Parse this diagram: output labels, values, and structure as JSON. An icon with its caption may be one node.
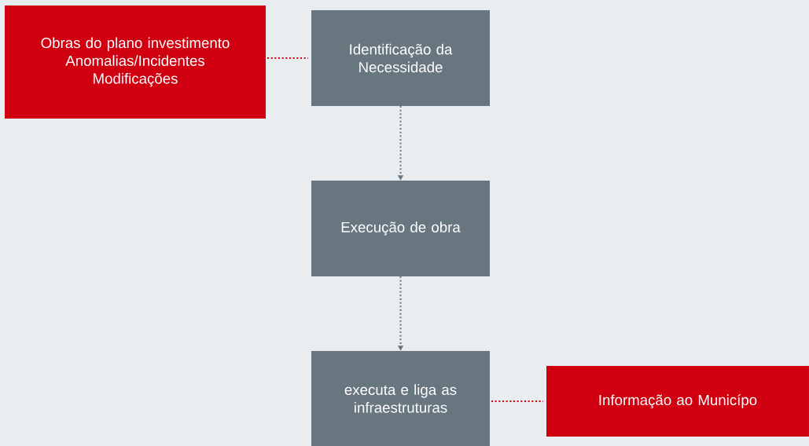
{
  "diagram": {
    "nodes": [
      {
        "text": [
          "Obras do plano investimento Anomalias/Incidentes Modificações"
        ]
      },
      {
        "text": [
          "Identificação da Necessidade"
        ]
      },
      {
        "text": [
          "Execução de obra"
        ]
      },
      {
        "text": [
          "executa e liga as infraestruturas"
        ]
      },
      {
        "text": [
          "Informação ao Municípo"
        ]
      }
    ],
    "edges": [
      {
        "from": 0,
        "to": 1,
        "arrow": "none",
        "color": "#d10011"
      },
      {
        "from": 1,
        "to": 2,
        "arrow": "to",
        "color": "#687680"
      },
      {
        "from": 2,
        "to": 3,
        "arrow": "to",
        "color": "#687680"
      },
      {
        "from": 3,
        "to": 4,
        "arrow": "none",
        "color": "#d10011"
      }
    ]
  }
}
